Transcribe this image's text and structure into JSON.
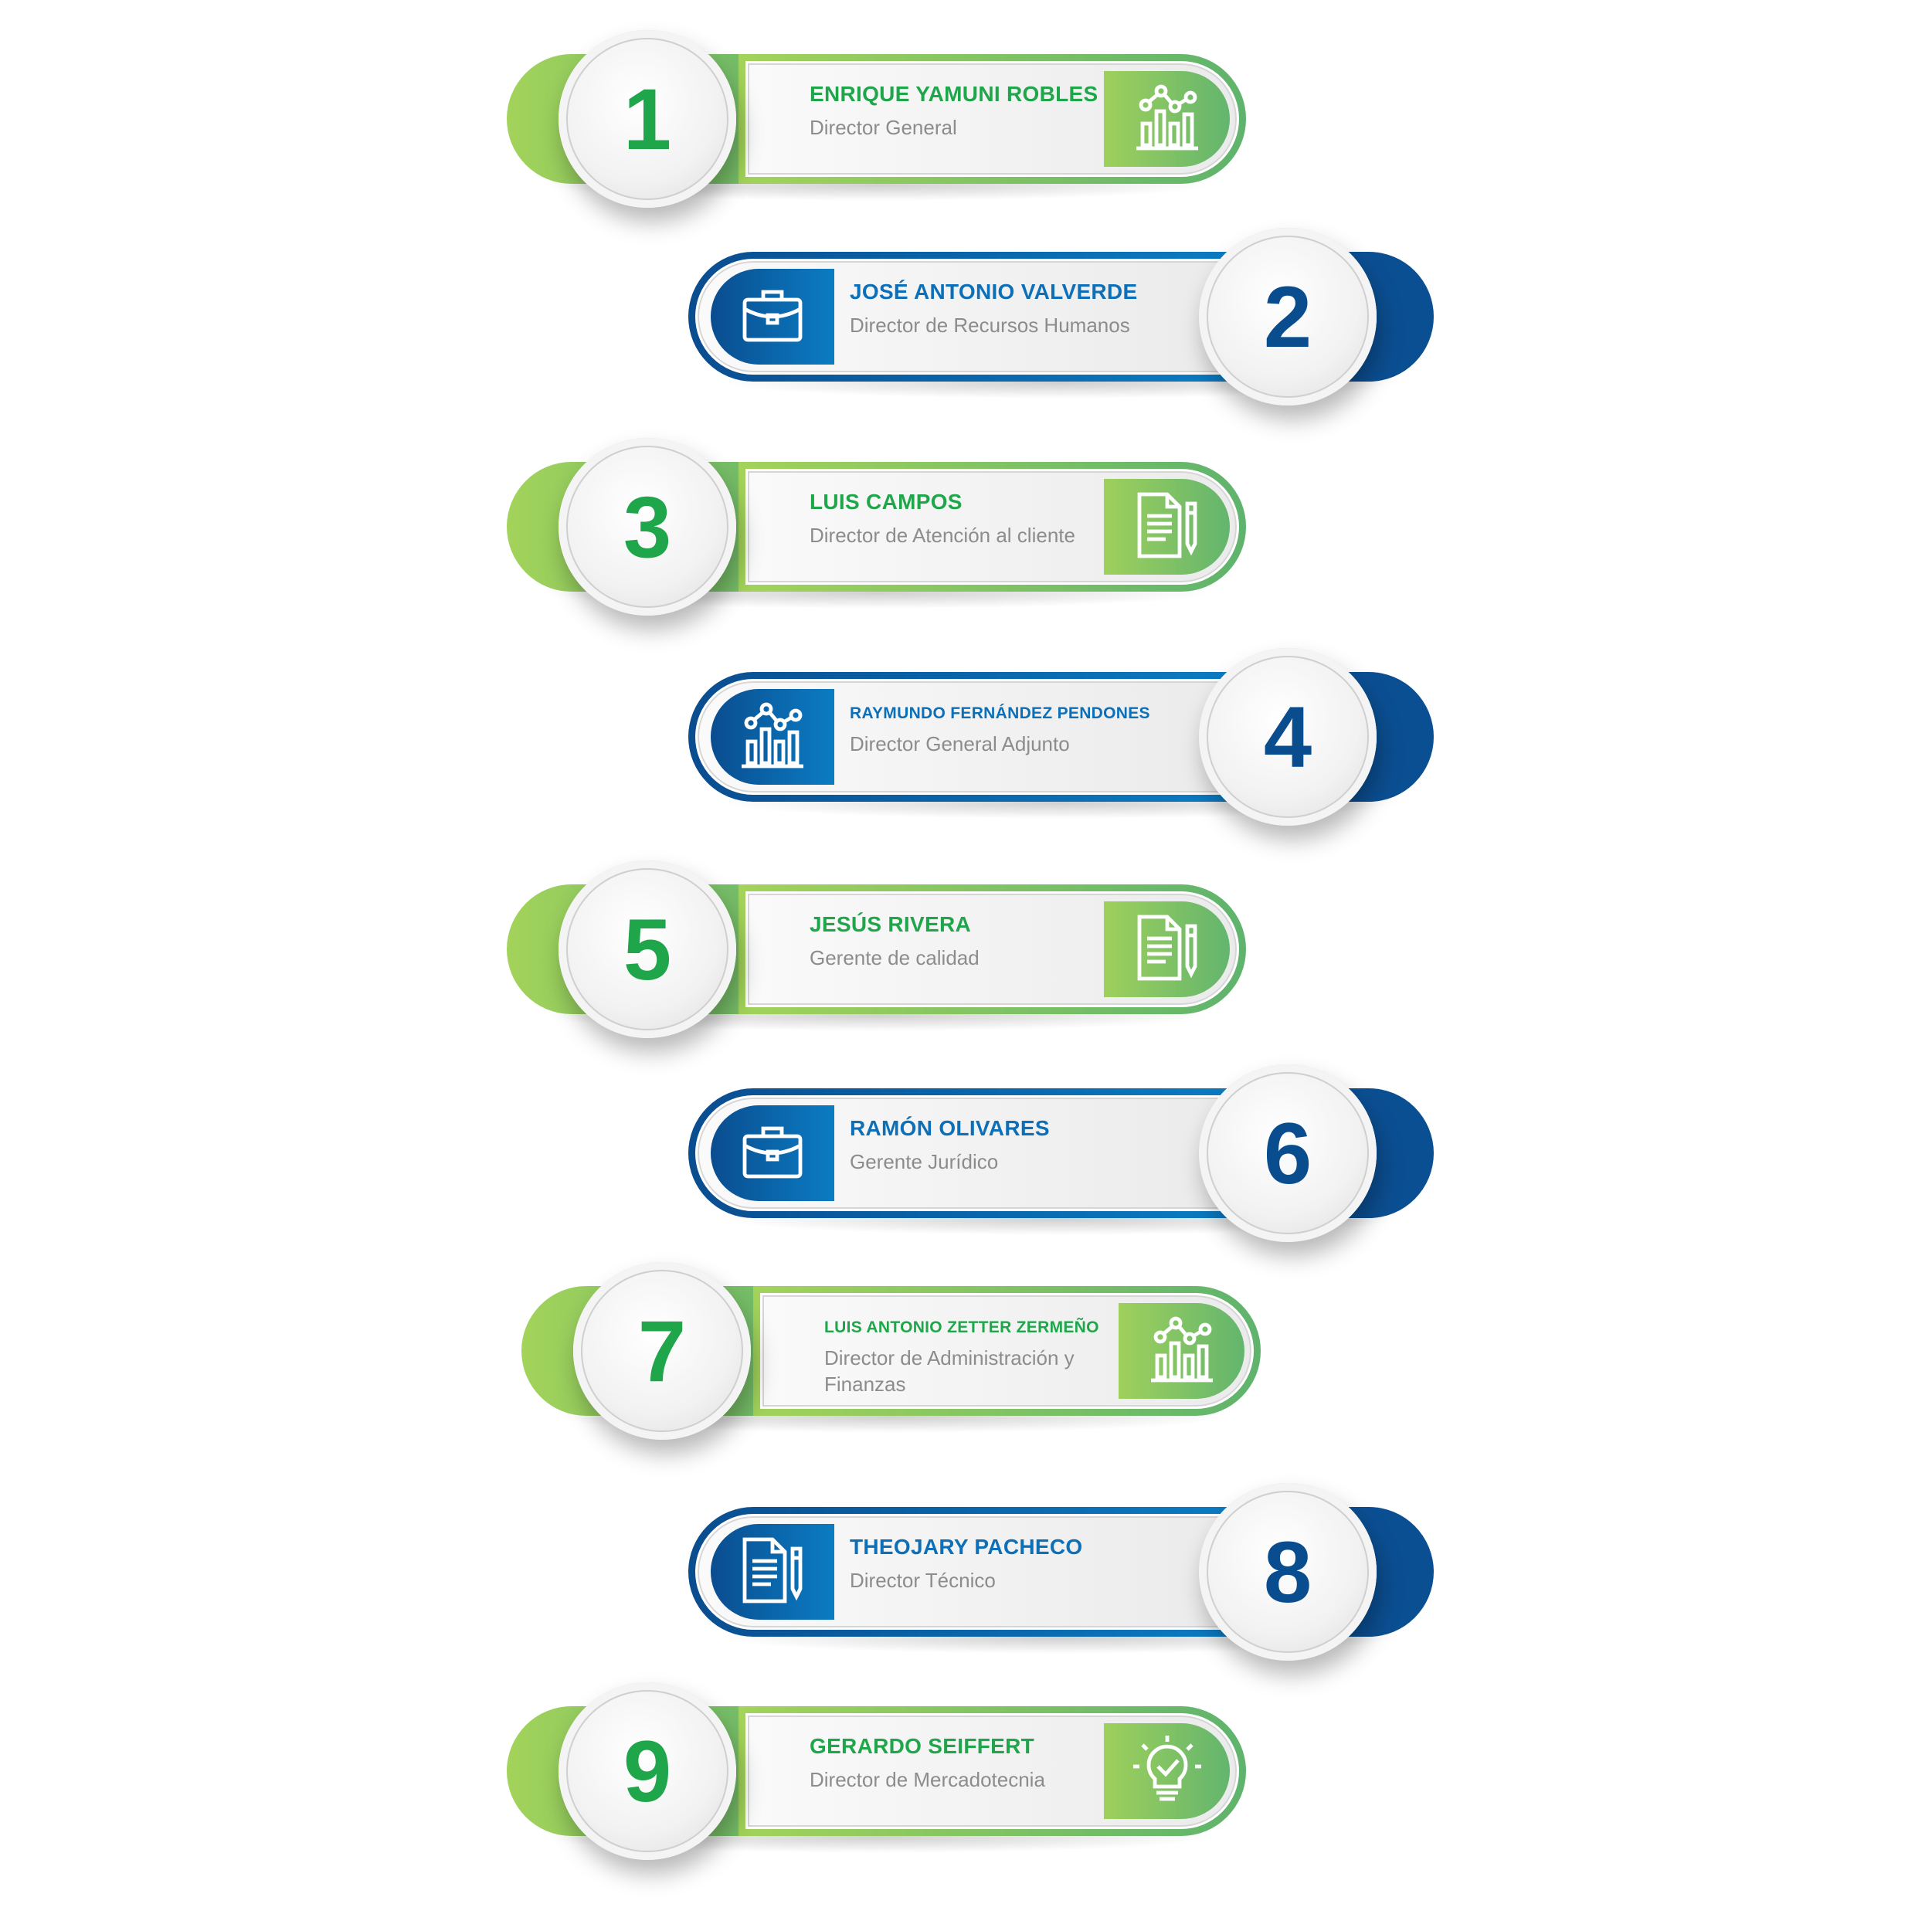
{
  "colors": {
    "green": "#1fa54a",
    "blue": "#0a4d8f",
    "role_text": "#8c8c8c"
  },
  "members": [
    {
      "number": "1",
      "name": "ENRIQUE YAMUNI ROBLES",
      "role": "Director General",
      "theme": "green",
      "icon": "chart-icon"
    },
    {
      "number": "2",
      "name": "JOSÉ ANTONIO VALVERDE",
      "role": "Director de Recursos Humanos",
      "theme": "blue",
      "icon": "briefcase-icon"
    },
    {
      "number": "3",
      "name": "LUIS CAMPOS",
      "role": "Director de Atención al cliente",
      "theme": "green",
      "icon": "document-pen-icon"
    },
    {
      "number": "4",
      "name": "RAYMUNDO FERNÁNDEZ PENDONES",
      "role": "Director General Adjunto",
      "theme": "blue",
      "icon": "chart-icon"
    },
    {
      "number": "5",
      "name": "JESÚS RIVERA",
      "role": "Gerente de calidad",
      "theme": "green",
      "icon": "document-pen-icon"
    },
    {
      "number": "6",
      "name": "RAMÓN OLIVARES",
      "role": "Gerente Jurídico",
      "theme": "blue",
      "icon": "briefcase-icon"
    },
    {
      "number": "7",
      "name": "LUIS ANTONIO ZETTER ZERMEÑO",
      "role": "Director de Administración y Finanzas",
      "theme": "green",
      "icon": "chart-icon"
    },
    {
      "number": "8",
      "name": "THEOJARY PACHECO",
      "role": "Director Técnico",
      "theme": "blue",
      "icon": "document-pen-icon"
    },
    {
      "number": "9",
      "name": "GERARDO SEIFFERT",
      "role": "Director de Mercadotecnia",
      "theme": "green",
      "icon": "lightbulb-icon"
    }
  ]
}
